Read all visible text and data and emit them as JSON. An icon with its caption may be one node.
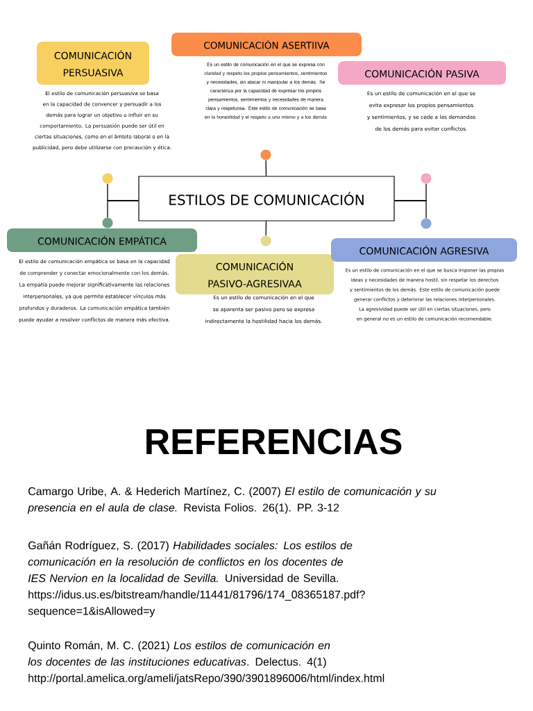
{
  "diagram": {
    "nodes": [
      {
        "text": [
          "ESTILOS DE COMUNICACIÓN"
        ]
      },
      {
        "text": [
          "COMUNICACIÓN PERSUASIVA"
        ],
        "beside": [
          "El estilo de comunicación persuasiva se basa en la capacidad de convencer y persuadir a los demás para lograr un objetivo o influir en su comportamiento. La persuasión puede ser útil en ciertas situaciones, como en el ámbito laboral o en la publicidad, pero debe utilizarse con precaución y ética."
        ]
      },
      {
        "text": [
          "COMUNICACIÓN ASERTIIVA"
        ],
        "beside": [
          "Es un estilo de comunicación en el que se expresa con claridad y respeto los propios pensamientos, sentimientos y necesidades, sin atacar ni manipular a los demás. Se caracteriza por la capacidad de expresar los propios pensamientos, sentimientos y necesidades de manera clara y respetuosa. Este estilo de comunicación se basa en la honestidad y el respeto a uno mismo y a los demás"
        ]
      },
      {
        "text": [
          "COMUNICACIÓN PASIVA"
        ],
        "beside": [
          "Es un estilo de comunicación en el que se evita expresar los propios pensamientos y sentimientos, y se cede a las demandas de los demás para evitar conflictos."
        ]
      },
      {
        "text": [
          "COMUNICACIÓN EMPÁTICA"
        ],
        "beside": [
          "El estilo de comunicación empática se basa en la capacidad de comprender y conectar emocionalmente con los demás. La empatía puede mejorar significativamente las relaciones interpersonales, ya que permite establecer vínculos más profundos y duraderos. La comunicación empática también puede ayudar a resolver conflictos de manera más efectiva."
        ]
      },
      {
        "text": [
          "COMUNICACIÓN PASIVO-AGRESIVAA"
        ],
        "beside": [
          "Es un estilo de comunicación en el que se aparenta ser pasivo pero se expresa indirectamente la hostilidad hacia los demás."
        ]
      },
      {
        "text": [
          "COMUNICACIÓN AGRESIVA"
        ],
        "beside": [
          "Es un estilo de comunicación en el que se busca imponer las propias ideas y necesidades de manera hostil, sin respetar los derechos y sentimientos de los demás. Este estilo de comunicación puede generar conflictos y deteriorar las relaciones interpersonales. La agresividad puede ser útil en ciertas situaciones, pero en general no es un estilo de comunicación recomendable."
        ]
      },
      {
        "text": [],
        "shape": "circle"
      },
      {
        "text": [],
        "shape": "circle"
      },
      {
        "text": [],
        "shape": "circle"
      },
      {
        "text": [],
        "shape": "circle"
      },
      {
        "text": [],
        "shape": "circle"
      },
      {
        "text": [],
        "shape": "circle"
      }
    ],
    "edges": [
      {
        "from": 0,
        "to": 7,
        "arrow": "none"
      },
      {
        "from": 0,
        "to": 10,
        "arrow": "none"
      },
      {
        "from": 0,
        "to": 8,
        "arrow": "none"
      },
      {
        "from": 0,
        "to": 9,
        "arrow": "none"
      },
      {
        "from": 0,
        "to": 12,
        "arrow": "none"
      },
      {
        "from": 0,
        "to": 11,
        "arrow": "none"
      }
    ],
    "labels": [
      "REFERENCIAS",
      "Camargo Uribe, A. & Hederich Martínez, C. (2007) *El estilo de comunicación y su presencia en el aula de clase.* Revista Folios. 26(1). PP. 3-12",
      "Gañán Rodríguez, S. (2017) *Habilidades sociales: Los estilos de comunicación en la resolución de conflictos en los docentes de IES Nervion en la localidad de Sevilla.* Universidad de Sevilla. https://idus.us.es/bitstream/handle/11441/81796/174_08365187.pdf?sequence=1&isAllowed=y",
      "Quinto Román, M. C. (2021) *Los estilos de comunicación en los docentes de las instituciones educativas*. Delectus. 4(1) http://portal.amelica.org/ameli/jatsRepo/390/3901896006/html/index.html"
    ]
  }
}
